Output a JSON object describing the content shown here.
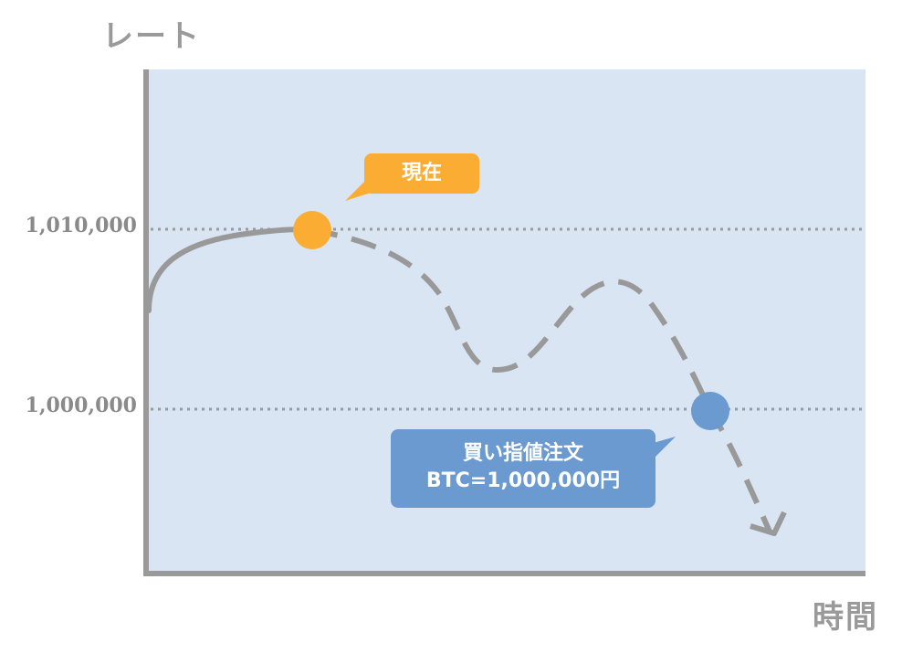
{
  "y_axis_title": "レート",
  "x_axis_title": "時間",
  "ticks": {
    "high": "1,010,000",
    "low": "1,000,000"
  },
  "current_label": "現在",
  "order_label": {
    "line1": "買い指値注文",
    "line2": "BTC=1,000,000円"
  },
  "colors": {
    "plot_background": "#dae5f4",
    "axis": "#999999",
    "current_marker": "#fbac33",
    "order_marker": "#6a9ad0"
  }
}
